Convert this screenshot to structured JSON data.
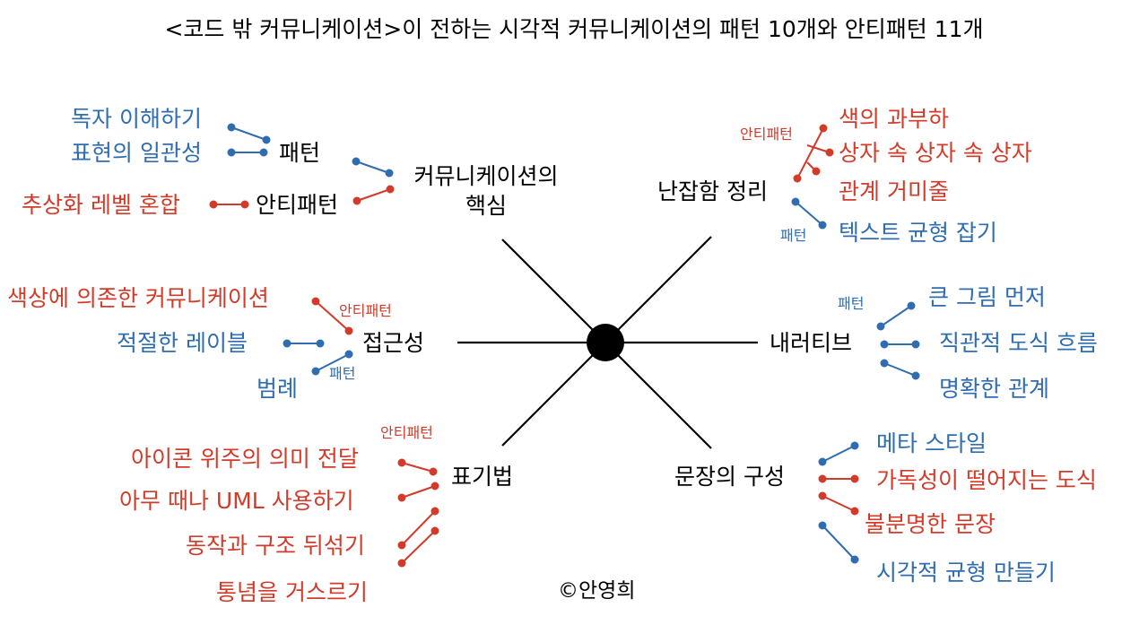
{
  "title": "<코드 밖 커뮤니케이션>이 전하는 시각적 커뮤니케이션의 패턴 10개와 안티패턴 11개",
  "copyright": "©안영희",
  "colors": {
    "pattern": "#2f6db0",
    "antipattern": "#d23b2a",
    "hub": "#000000"
  },
  "groups": {
    "core": {
      "label": "커뮤니케이션의\n핵심",
      "pattern_label": "패턴",
      "antipattern_label": "안티패턴",
      "patterns": [
        "독자 이해하기",
        "표현의 일관성"
      ],
      "antipatterns": [
        "추상화 레벨 혼합"
      ]
    },
    "clutter": {
      "label": "난잡함 정리",
      "antipattern_label": "안티패턴",
      "pattern_label": "패턴",
      "antipatterns": [
        "색의 과부하",
        "상자 속 상자 속 상자",
        "관계 거미줄"
      ],
      "patterns": [
        "텍스트 균형 잡기"
      ]
    },
    "accessibility": {
      "label": "접근성",
      "antipattern_label": "안티패턴",
      "pattern_label": "패턴",
      "antipatterns": [
        "색상에 의존한 커뮤니케이션"
      ],
      "patterns": [
        "적절한 레이블",
        "범례"
      ]
    },
    "narrative": {
      "label": "내러티브",
      "pattern_label": "패턴",
      "patterns": [
        "큰 그림 먼저",
        "직관적 도식 흐름",
        "명확한 관계"
      ]
    },
    "notation": {
      "label": "표기법",
      "antipattern_label": "안티패턴",
      "antipatterns": [
        "아이콘 위주의 의미 전달",
        "아무 때나 UML 사용하기",
        "동작과 구조 뒤섞기",
        "통념을 거스르기"
      ]
    },
    "sentence": {
      "label": "문장의 구성",
      "patterns": [
        "메타 스타일",
        "시각적 균형 만들기"
      ],
      "antipatterns": [
        "가독성이 떨어지는 도식",
        "불분명한 문장"
      ]
    }
  }
}
